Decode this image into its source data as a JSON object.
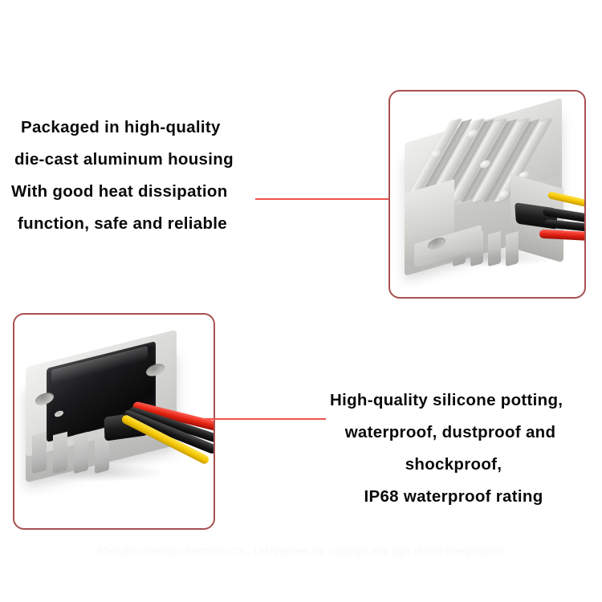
{
  "background_color": "#ffffff",
  "accent": {
    "callout_line_color": "#f0514f",
    "callout_dot_color": "#ee2b28",
    "frame_border_color": "#a8504f",
    "text_color": "#0a0a0a",
    "watermark_color": "#f7f7f7"
  },
  "captions": {
    "top": {
      "lines": [
        "Packaged  in  high-quality",
        "die-cast  aluminum  housing",
        "With  good  heat  dissipation",
        "function,  safe  and  reliable"
      ]
    },
    "bottom": {
      "lines": [
        "High-quality  silicone  potting,",
        "waterproof,  dustproof  and",
        "shockproof,",
        "IP68  waterproof  rating"
      ]
    }
  },
  "photos": {
    "top": {
      "label": "dc-dc-converter-finned-aluminum-housing",
      "description": "Grey die-cast aluminum heat-sink housing shown at three-quarter angle with parallel cooling fins, cast bumps, mounting flange hole and output wires",
      "wire_colors": [
        "#f2c400",
        "#1a1a1a",
        "#171717",
        "#e01f12"
      ]
    },
    "bottom": {
      "label": "dc-dc-converter-black-silicone-potting",
      "description": "Same converter flipped to show black silicone potting compound on the face, aluminum flange with two mounting holes and four exiting wires",
      "wire_colors": [
        "#f3c600",
        "#1b1b1b",
        "#181818",
        "#e2210f"
      ]
    }
  },
  "watermark": {
    "text": "Shenzhen Wengao Electronic Co., Ltd reserves the copyright and right of final interpretation"
  }
}
